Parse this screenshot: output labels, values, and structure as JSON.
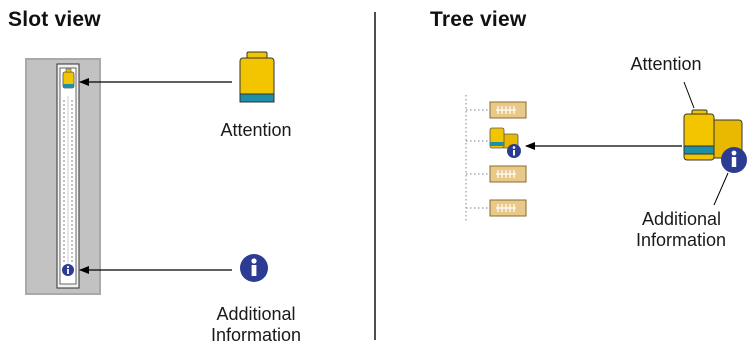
{
  "slot_view": {
    "title": "Slot view",
    "attention_label": "Attention",
    "info_label_line1": "Additional",
    "info_label_line2": "Information"
  },
  "tree_view": {
    "title": "Tree view",
    "attention_label": "Attention",
    "info_label_line1": "Additional",
    "info_label_line2": "Information"
  },
  "colors": {
    "attention_yellow": "#f2c500",
    "attention_band": "#1e8fa8",
    "info_blue": "#2b3c92",
    "slot_panel_gray": "#bdbdbd",
    "card_tan": "#e9c98a"
  },
  "icons": {
    "attention": "attention-icon",
    "additional_info": "info-icon",
    "tree_card": "module-card-icon"
  }
}
